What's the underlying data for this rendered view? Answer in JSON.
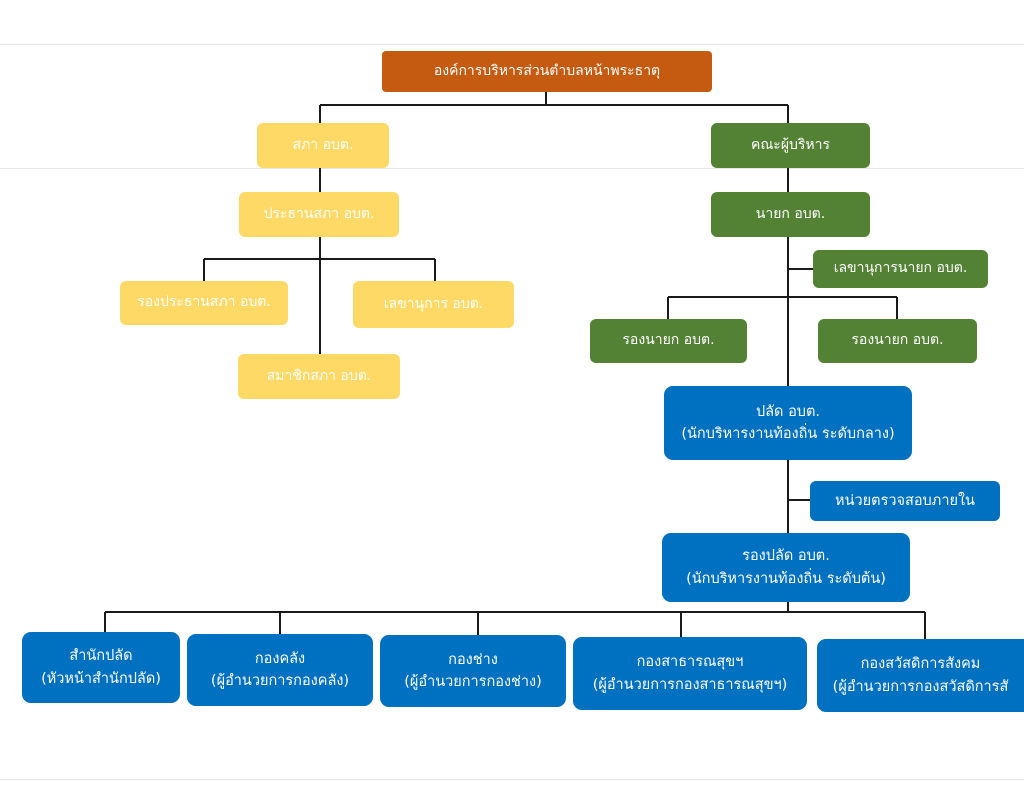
{
  "org": {
    "top": "องค์การบริหารส่วนตำบลหน้าพระธาตุ",
    "council": {
      "title": "สภา อบต.",
      "chair": "ประธานสภา อบต.",
      "vice_chair": "รองประธานสภา อบต.",
      "secretary": "เลขานุการ อบต.",
      "member": "สมาชิกสภา อบต."
    },
    "executive": {
      "title": "คณะผู้บริหาร",
      "mayor": "นายก อบต.",
      "mayor_secretary": "เลขานุการนายก อบต.",
      "deputy_left": "รองนายก อบต.",
      "deputy_right": "รองนายก อบต."
    },
    "palad": {
      "line1": "ปลัด อบต.",
      "line2": "(นักบริหารงานท้องถิ่น ระดับกลาง)"
    },
    "audit": "หน่วยตรวจสอบภายใน",
    "deputy_palad": {
      "line1": "รองปลัด อบต.",
      "line2": "(นักบริหารงานท้องถิ่น ระดับต้น)"
    },
    "departments": [
      {
        "name": "สำนักปลัด",
        "head": "(หัวหน้าสำนักปลัด)"
      },
      {
        "name": "กองคลัง",
        "head": "(ผู้อำนวยการกองคลัง)"
      },
      {
        "name": "กองช่าง",
        "head": "(ผู้อำนวยการกองช่าง)"
      },
      {
        "name": "กองสาธารณสุขฯ",
        "head": "(ผู้อำนวยการกองสาธารณสุขฯ)"
      },
      {
        "name": "กองสวัสดิการสังคม",
        "head": "(ผู้อำนวยการกองสวัสดิการสั"
      }
    ]
  },
  "colors": {
    "top": "#c55a11",
    "council": "#ffd966",
    "executive": "#548235",
    "administration": "#0070c0",
    "connector": "#1a1a1a"
  }
}
